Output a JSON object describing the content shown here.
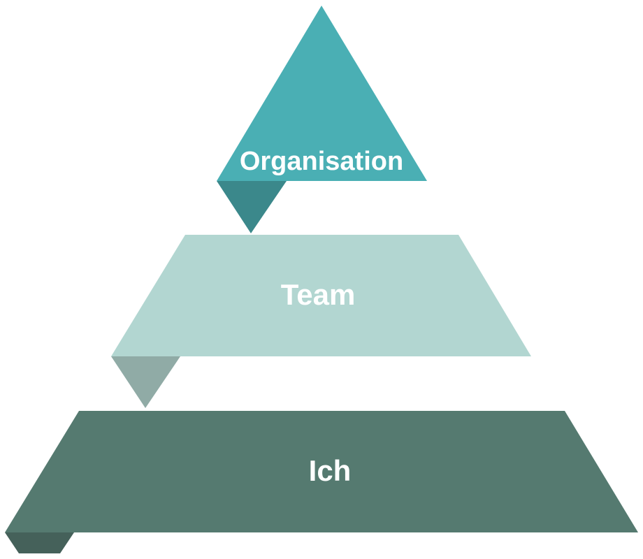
{
  "pyramid": {
    "tiers": [
      {
        "id": "top",
        "label": "Organisation",
        "color": "#4aafb4",
        "fold_color": "#3b888b"
      },
      {
        "id": "middle",
        "label": "Team",
        "color": "#b2d6d1",
        "fold_color": "#90aba6"
      },
      {
        "id": "bottom",
        "label": "Ich",
        "color": "#557a70",
        "fold_color": "#45615a"
      }
    ]
  }
}
